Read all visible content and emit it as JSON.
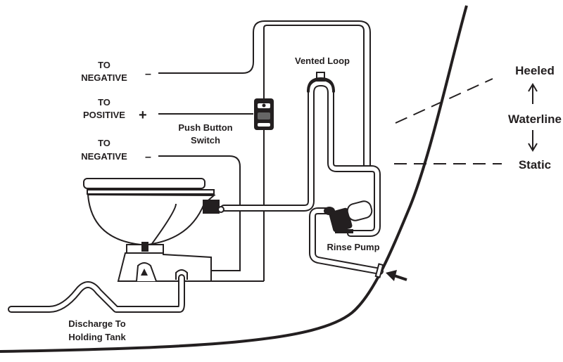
{
  "diagram": {
    "title": "Electric toilet rinse pump installation",
    "labels": {
      "to_negative_top_1": "TO",
      "to_negative_top_2": "NEGATIVE",
      "to_negative_top_sign": "–",
      "to_positive_1": "TO",
      "to_positive_2": "POSITIVE",
      "to_positive_sign": "+",
      "to_negative_bottom_1": "TO",
      "to_negative_bottom_2": "NEGATIVE",
      "to_negative_bottom_sign": "–",
      "push_button_1": "Push Button",
      "push_button_2": "Switch",
      "vented_loop": "Vented Loop",
      "heeled": "Heeled",
      "waterline": "Waterline",
      "static": "Static",
      "rinse_pump": "Rinse Pump",
      "discharge_1": "Discharge To",
      "discharge_2": "Holding Tank"
    },
    "components": [
      "Toilet",
      "Push Button Switch",
      "Vented Loop",
      "Rinse Pump",
      "Through-hull intake",
      "Hull"
    ],
    "colors": {
      "ink": "#231f20",
      "background": "#ffffff"
    }
  }
}
